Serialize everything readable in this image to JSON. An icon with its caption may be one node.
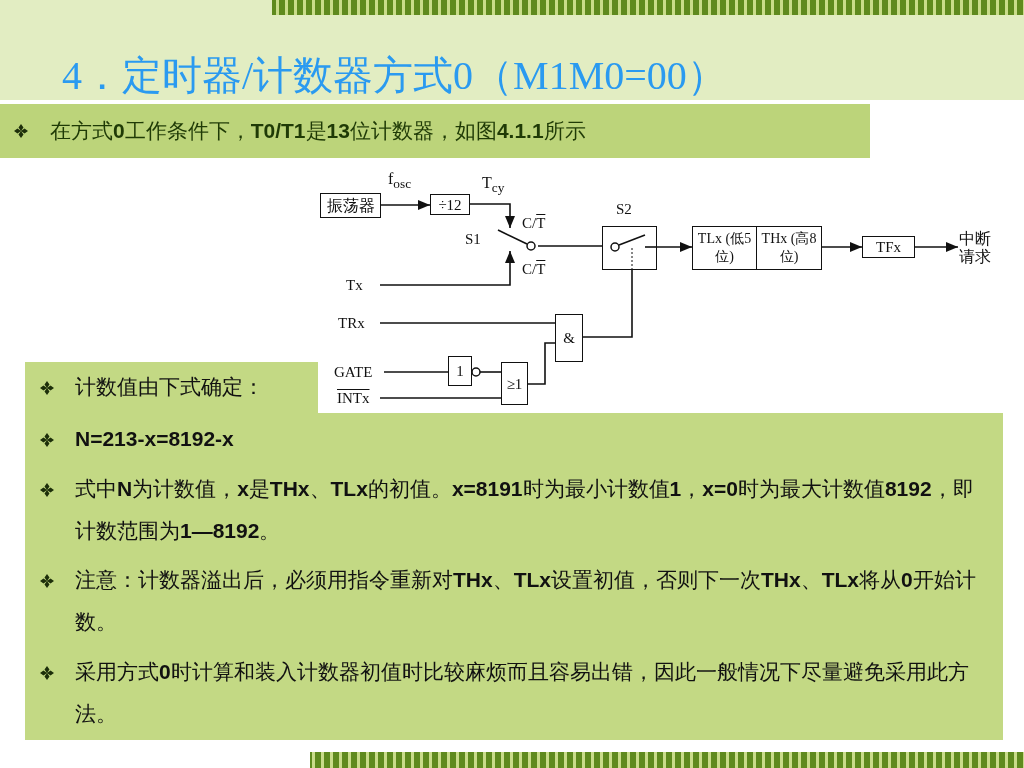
{
  "diagram": {
    "title": "4．定时器/计数器方式0（M1M0=00）",
    "nodes": [
      {
        "text": [
          "振荡器"
        ]
      },
      {
        "text": [
          "÷12"
        ]
      },
      {
        "text": [],
        "shape": "switch",
        "beside": [
          "S1"
        ]
      },
      {
        "text": [
          "S2"
        ]
      },
      {
        "text": [
          "TLx (低5位)"
        ]
      },
      {
        "text": [
          "THx (高8位)"
        ]
      },
      {
        "text": [
          "TFx"
        ]
      },
      {
        "text": [
          "中断请求"
        ]
      },
      {
        "text": [
          "Tx"
        ]
      },
      {
        "text": [
          "TRx"
        ]
      },
      {
        "text": [
          "GATE"
        ]
      },
      {
        "text": [
          "INTx"
        ]
      },
      {
        "text": [
          "1"
        ]
      },
      {
        "text": [
          "≥1"
        ]
      },
      {
        "text": [
          "&"
        ]
      }
    ],
    "edges": [
      {
        "from": 0,
        "to": 1,
        "arrow": "to",
        "label": "f$_{osc}$"
      },
      {
        "from": 1,
        "to": 2,
        "arrow": "to",
        "label": "T$_{cy}$"
      },
      {
        "from": 8,
        "to": 2,
        "arrow": "to"
      },
      {
        "from": 2,
        "to": 3,
        "arrow": "none"
      },
      {
        "from": 3,
        "to": 4,
        "arrow": "to"
      },
      {
        "from": 5,
        "to": 6,
        "arrow": "to"
      },
      {
        "from": 6,
        "to": 7,
        "arrow": "to"
      },
      {
        "from": 14,
        "to": 3,
        "arrow": "none"
      },
      {
        "from": 9,
        "to": 14,
        "arrow": "none"
      },
      {
        "from": 10,
        "to": 12,
        "arrow": "none"
      },
      {
        "from": 12,
        "to": 13,
        "arrow": "other"
      },
      {
        "from": 11,
        "to": 13,
        "arrow": "none"
      },
      {
        "from": 13,
        "to": 14,
        "arrow": "none"
      }
    ],
    "labels": [
      "在方式**0**工作条件下，**T0/T1**是**13**位计数器，如图**4.1.1**所示",
      "C/T",
      "C/T",
      "计数值由下式确定：",
      "N=213-x=8192-x",
      "式中**N**为计数值，**x**是**THx**、**TLx**的初值。**x=8191**时为最小计数值**1**，**x=0**时为最大计数值**8192**，即计数范围为**1—8192**。",
      "注意：计数器溢出后，必须用指令重新对**THx**、**TLx**设置初值，否则下一次**THx**、**TLx**将从**0**开始计数。",
      "采用方式**0**时计算和装入计数器初值时比较麻烦而且容易出错，因此一般情况下尽量避免采用此方法。"
    ]
  }
}
